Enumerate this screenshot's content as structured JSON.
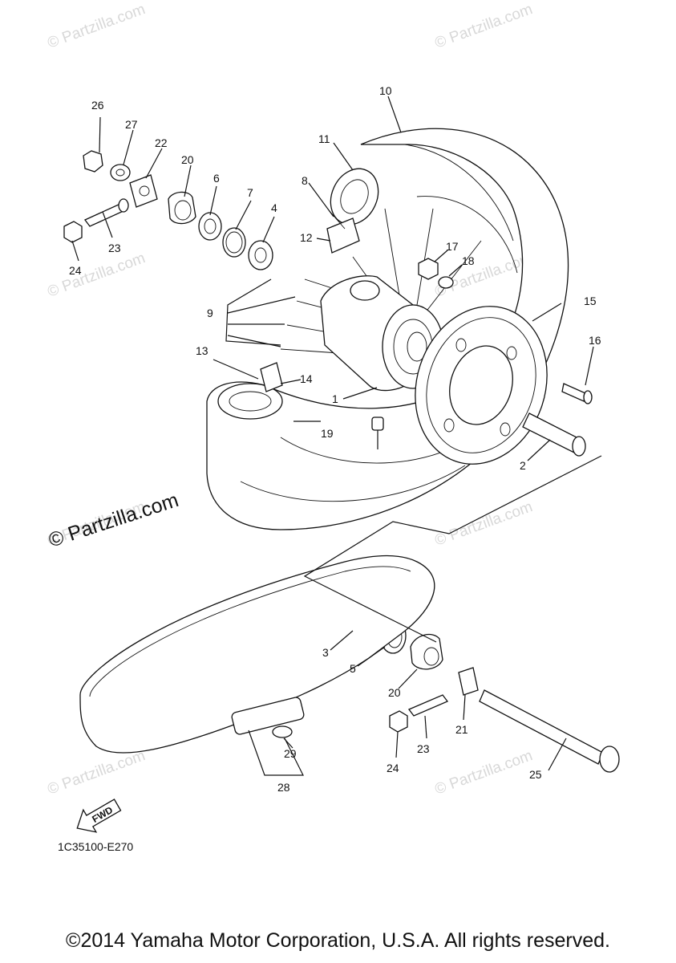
{
  "watermarks": [
    "© Partzilla.com",
    "© Partzilla.com",
    "© Partzilla.com",
    "© Partzilla.com",
    "© Partzilla.com",
    "© Partzilla.com",
    "© Partzilla.com",
    "© Partzilla.com"
  ],
  "main_watermark": "© Partzilla.com",
  "callouts": {
    "c1": "1",
    "c2": "2",
    "c3": "3",
    "c4": "4",
    "c5": "5",
    "c6": "6",
    "c7": "7",
    "c8": "8",
    "c9": "9",
    "c10": "10",
    "c11": "11",
    "c12": "12",
    "c13": "13",
    "c14": "14",
    "c15": "15",
    "c16": "16",
    "c17": "17",
    "c18": "18",
    "c19": "19",
    "c20a": "20",
    "c20b": "20",
    "c21": "21",
    "c22": "22",
    "c23a": "23",
    "c23b": "23",
    "c24a": "24",
    "c24b": "24",
    "c25": "25",
    "c26": "26",
    "c27": "27",
    "c28": "28",
    "c29": "29"
  },
  "fwd_label": "FWD",
  "diagram_code": "1C35100-E270",
  "footer": "©2014 Yamaha Motor Corporation, U.S.A. All rights reserved."
}
